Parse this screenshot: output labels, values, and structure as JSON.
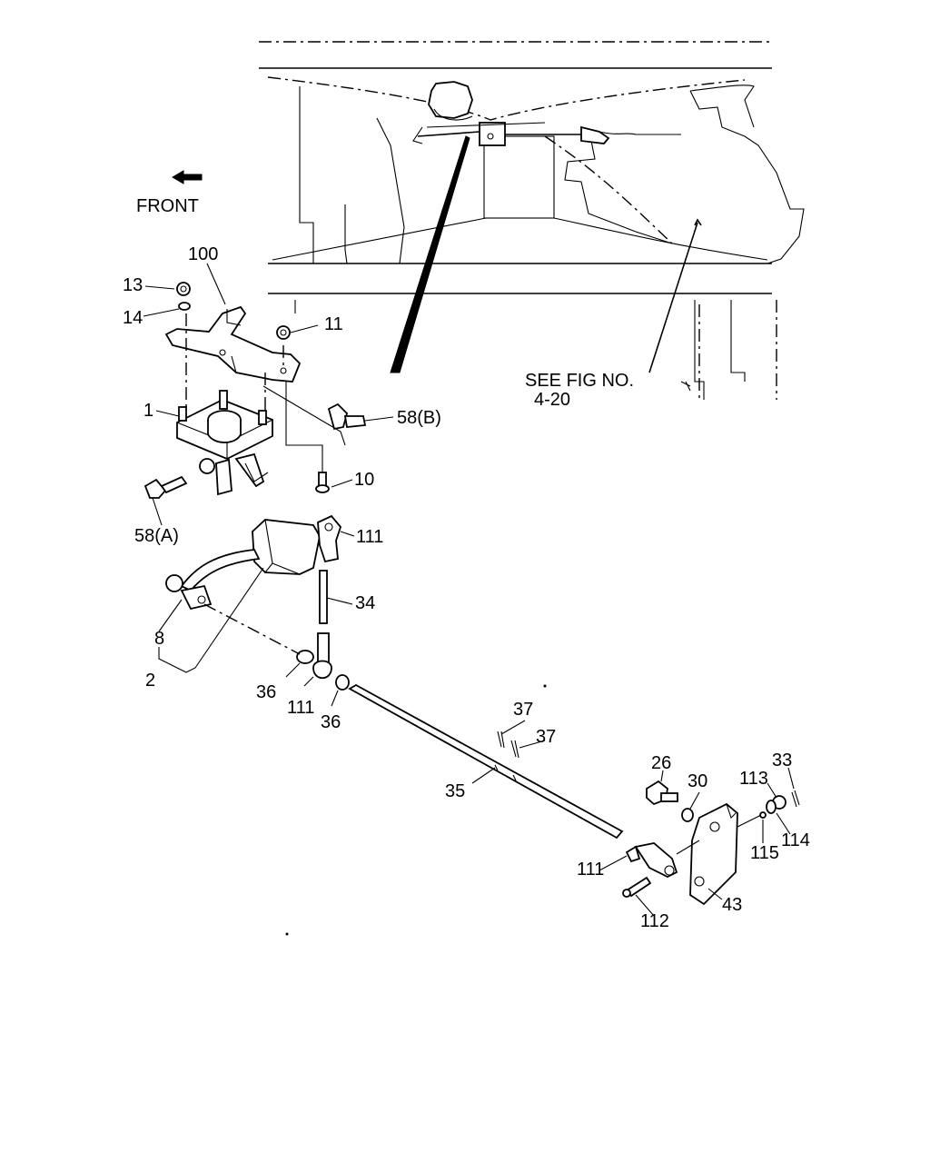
{
  "header": {
    "direction_label": "FRONT"
  },
  "reference": {
    "line1": "SEE FIG NO.",
    "line2": "4-20"
  },
  "callouts": {
    "c100": "100",
    "c13": "13",
    "c14": "14",
    "c11": "11",
    "c1": "1",
    "c58b": "58(B)",
    "c10": "10",
    "c58a": "58(A)",
    "c111a": "111",
    "c34": "34",
    "c8": "8",
    "c2": "2",
    "c36a": "36",
    "c111b": "111",
    "c36b": "36",
    "c37a": "37",
    "c37b": "37",
    "c35": "35",
    "c26": "26",
    "c30": "30",
    "c113": "113",
    "c33": "33",
    "c114": "114",
    "c115": "115",
    "c111c": "111",
    "c112": "112",
    "c43": "43"
  },
  "icons": [
    "front-arrow-icon"
  ]
}
